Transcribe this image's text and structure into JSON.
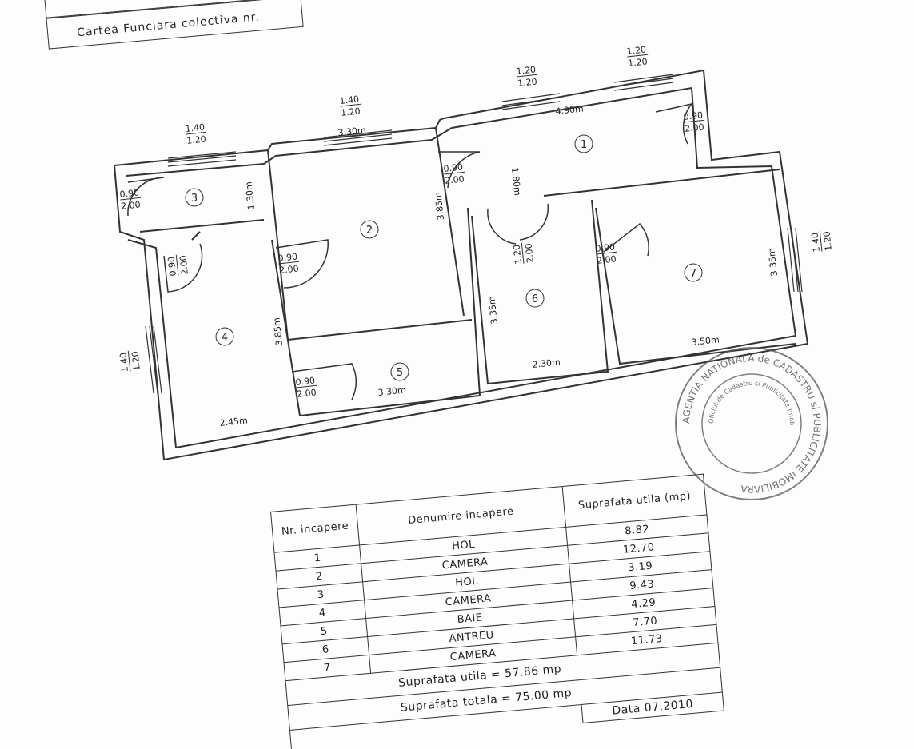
{
  "document": {
    "header_label": "Cartea Funciara colectiva nr."
  },
  "plan": {
    "rooms": [
      "1",
      "2",
      "3",
      "4",
      "5",
      "6",
      "7"
    ],
    "dimensions": {
      "room1_width": "4.90m",
      "room1_depth": "1.80m",
      "room2_width": "3.30m",
      "room2_depth": "3.85m",
      "room3_depth": "1.30m",
      "room4_width": "2.45m",
      "room4_depth": "3.85m",
      "room5_width": "3.30m",
      "room6_width": "2.30m",
      "room6_depth": "3.35m",
      "room7_width": "3.50m",
      "room7_depth": "3.35m"
    },
    "windows": [
      {
        "top": "1.40",
        "bottom": "1.20"
      },
      {
        "top": "1.40",
        "bottom": "1.20"
      },
      {
        "top": "1.20",
        "bottom": "1.20"
      },
      {
        "top": "1.20",
        "bottom": "1.20"
      },
      {
        "top": "1.40",
        "bottom": "1.20"
      },
      {
        "top": "1.40",
        "bottom": "1.20"
      }
    ],
    "doors": [
      {
        "top": "0.90",
        "bottom": "2.00"
      },
      {
        "top": "0.90",
        "bottom": "2.00"
      },
      {
        "top": "0.90",
        "bottom": "2.00"
      },
      {
        "top": "0.90",
        "bottom": "2.00"
      },
      {
        "top": "0.90",
        "bottom": "2.00"
      },
      {
        "top": "0.90",
        "bottom": "2.00"
      },
      {
        "top": "1.20",
        "bottom": "2.00"
      },
      {
        "top": "0.90",
        "bottom": "2.00"
      }
    ]
  },
  "stamp": {
    "text": "AGENTIA NATIONALA de CADASTRU si PUBLICITATE IMOBILIARA",
    "inner": "Oficiul de Cadastru si Publicitate Imobiliara"
  },
  "table": {
    "headers": {
      "nr": "Nr. incapere",
      "name": "Denumire incapere",
      "area": "Suprafata utila (mp)"
    },
    "rows": [
      {
        "nr": "1",
        "name": "HOL",
        "area": "8.82"
      },
      {
        "nr": "2",
        "name": "CAMERA",
        "area": "12.70"
      },
      {
        "nr": "3",
        "name": "HOL",
        "area": "3.19"
      },
      {
        "nr": "4",
        "name": "CAMERA",
        "area": "9.43"
      },
      {
        "nr": "5",
        "name": "BAIE",
        "area": "4.29"
      },
      {
        "nr": "6",
        "name": "ANTREU",
        "area": "7.70"
      },
      {
        "nr": "7",
        "name": "CAMERA",
        "area": "11.73"
      }
    ],
    "useful_area": "Suprafata utila = 57.86 mp",
    "total_area": "Suprafata totala = 75.00 mp",
    "date": "Data 07.2010"
  }
}
